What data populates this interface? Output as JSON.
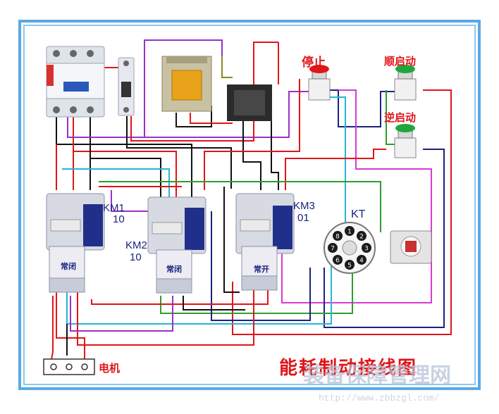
{
  "labels": {
    "stop": "停止",
    "forward_start": "顺启动",
    "reverse_start": "逆启动",
    "km1": "KM1",
    "km1_contacts": "10",
    "km2": "KM2",
    "km2_contacts": "10",
    "km3": "KM3",
    "km3_contacts": "01",
    "kt": "KT",
    "nc1": "常闭",
    "nc2": "常闭",
    "no3": "常开",
    "motor": "电机",
    "title": "能耗制动接线图",
    "watermark": "装备保障管理网",
    "url": "http://www.zbbzgl.com/"
  },
  "timer_pins": [
    "1",
    "2",
    "3",
    "4",
    "5",
    "6",
    "7",
    "8"
  ],
  "colors": {
    "frame_outer": "#5aa9e6",
    "frame_inner": "#8cc8f2",
    "wire_red": "#e0151a",
    "wire_black": "#111111",
    "wire_purple": "#9b30c8",
    "wire_green": "#2e9e2e",
    "wire_cyan": "#24b6d6",
    "wire_navy": "#1a237e",
    "wire_magenta": "#d63bd6",
    "wire_olive": "#8a8a20"
  }
}
